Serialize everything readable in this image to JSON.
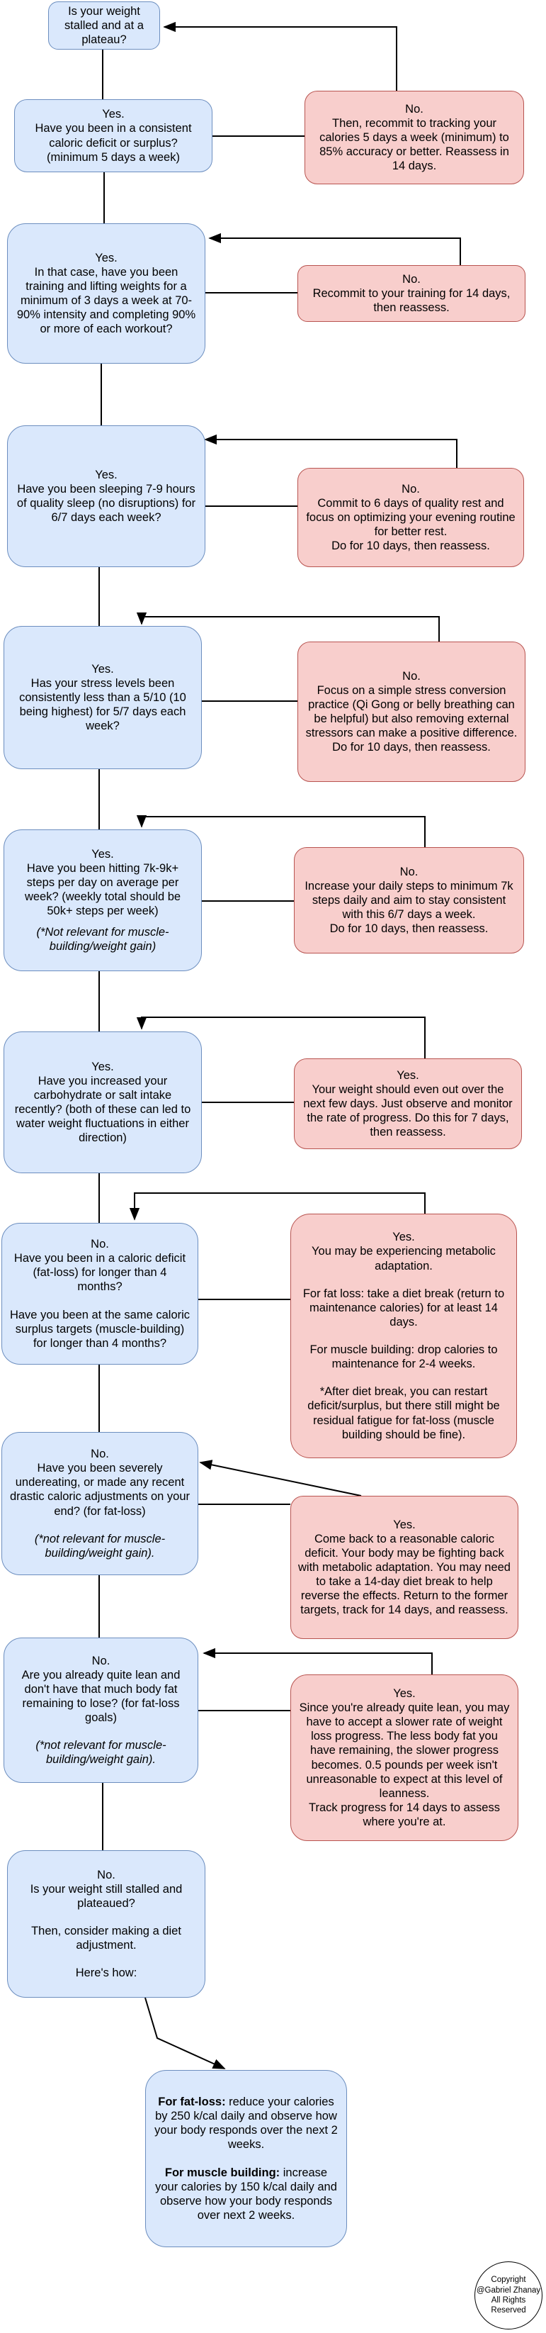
{
  "nodes": {
    "start": {
      "text": "Is your weight stalled and at a plateau?"
    },
    "q1": {
      "title": "Yes.",
      "text": "Have you been in a consistent caloric deficit or surplus? (minimum 5 days a week)"
    },
    "a1": {
      "title": "No.",
      "text": "Then, recommit to tracking your calories 5 days a week (minimum) to 85% accuracy or better. Reassess in 14 days."
    },
    "q2": {
      "title": "Yes.",
      "text": "In that case, have you been training and lifting weights for a minimum of 3 days a week at 70-90% intensity and completing 90% or more of each workout?"
    },
    "a2": {
      "title": "No.",
      "text": "Recommit to your training for 14 days, then reassess."
    },
    "q3": {
      "title": "Yes.",
      "text": "Have you been sleeping 7-9 hours of quality sleep (no disruptions) for 6/7 days each week?"
    },
    "a3": {
      "title": "No.",
      "text": "Commit to 6 days of quality rest and focus on optimizing your evening routine for better rest.\nDo for 10 days, then reassess."
    },
    "q4": {
      "title": "Yes.",
      "text": "Has your stress levels been consistently less than a 5/10 (10 being highest) for 5/7 days each week?"
    },
    "a4": {
      "title": "No.",
      "text": "Focus on a simple stress conversion practice (Qi Gong or belly breathing can be helpful) but also removing external stressors can make a positive difference.\nDo for 10 days, then reassess."
    },
    "q5": {
      "title": "Yes.",
      "text": "Have you been hitting 7k-9k+ steps per day on average per week? (weekly total should be 50k+ steps per week)",
      "note": "(*Not relevant for muscle-building/weight gain)"
    },
    "a5": {
      "title": "No.",
      "text": "Increase your daily steps to minimum 7k steps daily and aim to stay consistent with this 6/7 days a week.\nDo for 10 days, then reassess."
    },
    "q6": {
      "title": "Yes.",
      "text": "Have you increased your carbohydrate or salt intake recently? (both of these can led to water weight fluctuations in either direction)"
    },
    "a6": {
      "title": "Yes.",
      "text": "Your weight should even out over the next few days. Just observe and monitor the rate of progress. Do this for 7 days, then reassess."
    },
    "q7": {
      "title": "No.",
      "text": "Have you been in a caloric deficit (fat-loss) for longer than 4 months?",
      "text2": "Have you been at the same caloric surplus targets (muscle-building) for longer than 4 months?"
    },
    "a7": {
      "title": "Yes.",
      "text": "You may be experiencing metabolic adaptation.",
      "p2": "For fat loss: take a diet break (return to maintenance calories) for at least 14 days.",
      "p3": "For muscle building: drop calories to maintenance for 2-4 weeks.",
      "p4": "*After diet break, you can restart deficit/surplus, but there still might be residual fatigue for fat-loss (muscle building should be fine)."
    },
    "q8": {
      "title": "No.",
      "text": "Have you been severely undereating, or made any recent drastic caloric adjustments on your end? (for fat-loss)",
      "note": "(*not relevant for muscle-building/weight gain)."
    },
    "a8": {
      "title": "Yes.",
      "text": "Come back to a reasonable caloric deficit. Your body may be fighting back with metabolic adaptation. You may need to take a 14-day diet break to help reverse the effects. Return to the former targets, track for 14 days, and reassess."
    },
    "q9": {
      "title": "No.",
      "text": "Are you already quite lean and don't have that much body fat remaining to lose? (for fat-loss goals)",
      "note": "(*not relevant for muscle-building/weight gain)."
    },
    "a9": {
      "title": "Yes.",
      "text": "Since you're already quite lean, you may have to accept a slower rate of weight loss progress. The less body fat you have remaining, the slower progress becomes. 0.5 pounds per week isn't unreasonable to expect at this level of leanness.\nTrack progress for 14 days to assess where you're at."
    },
    "q10": {
      "title": "No.",
      "text": "Is your weight still stalled and plateaued?",
      "text2": "Then, consider making a diet adjustment.",
      "text3": "Here's how:"
    },
    "final": {
      "fat_label": "For fat-loss:",
      "fat_text": " reduce your calories by 250 k/cal daily and observe how your body responds over the next 2 weeks.",
      "muscle_label": "For muscle building:",
      "muscle_text": " increase your calories by 150 k/cal daily and observe how your body responds over next 2 weeks."
    }
  },
  "copyright": {
    "line1": "Copyright",
    "line2": "@Gabriel Zhanay",
    "line3": "All Rights",
    "line4": "Reserved"
  },
  "colors": {
    "yes_fill": "#dae8fc",
    "yes_stroke": "#6c8ebf",
    "no_fill": "#f8cecc",
    "no_stroke": "#b85450",
    "line": "#000000"
  }
}
